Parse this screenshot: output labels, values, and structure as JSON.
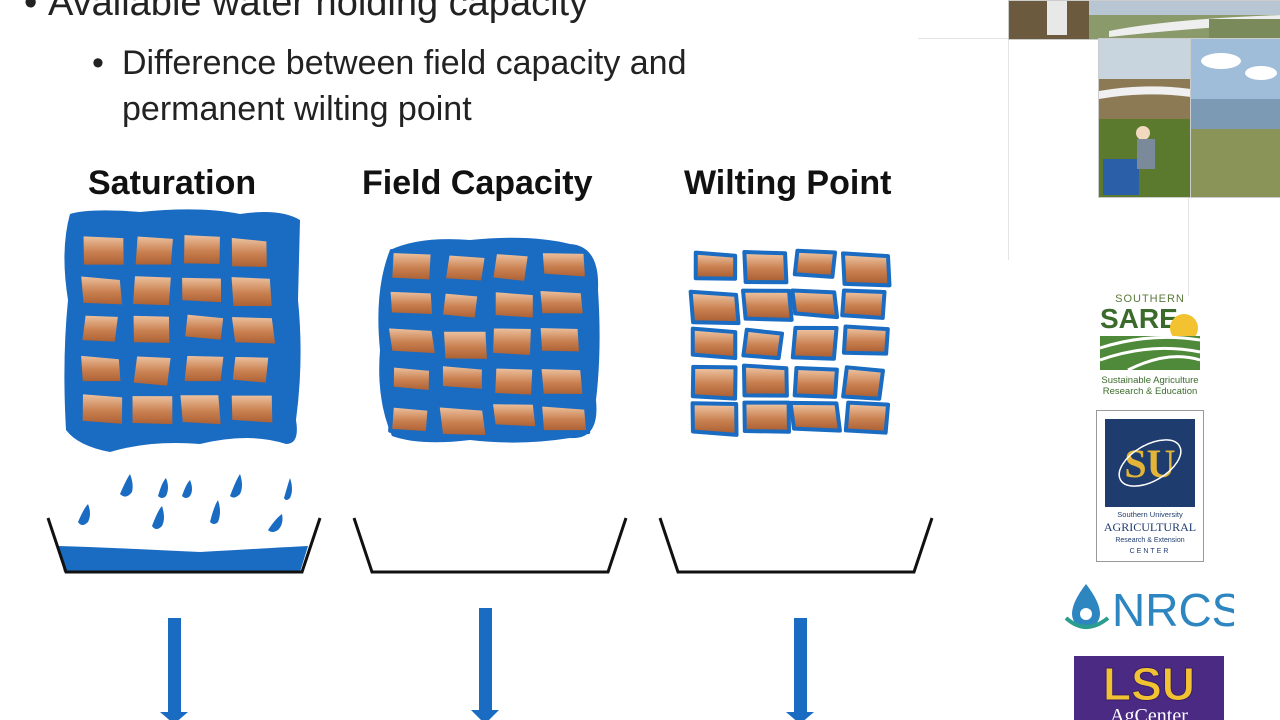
{
  "bullets": {
    "main": "Available water holding capacity",
    "sub": [
      "Difference between field capacity and",
      "permanent wilting point"
    ]
  },
  "columns": [
    {
      "title": "Saturation"
    },
    {
      "title": "Field Capacity"
    },
    {
      "title": "Wilting Point"
    }
  ],
  "logos": {
    "sare_top": "SOUTHERN",
    "sare_main": "SARE",
    "sare_sub1": "Sustainable Agriculture",
    "sare_sub2": "Research & Education",
    "su_line1": "Southern University",
    "su_line2": "AGRICULTURAL",
    "su_line3": "Research & Extension",
    "su_line4": "CENTER",
    "nrcs": "NRCS",
    "lsu": "LSU",
    "lsu_sub": "AgCenter"
  },
  "colors": {
    "water": "#1a6bc2",
    "soil_light": "#f0c9a8",
    "soil_dark": "#b4683a",
    "arrow": "#1a6bc2"
  }
}
